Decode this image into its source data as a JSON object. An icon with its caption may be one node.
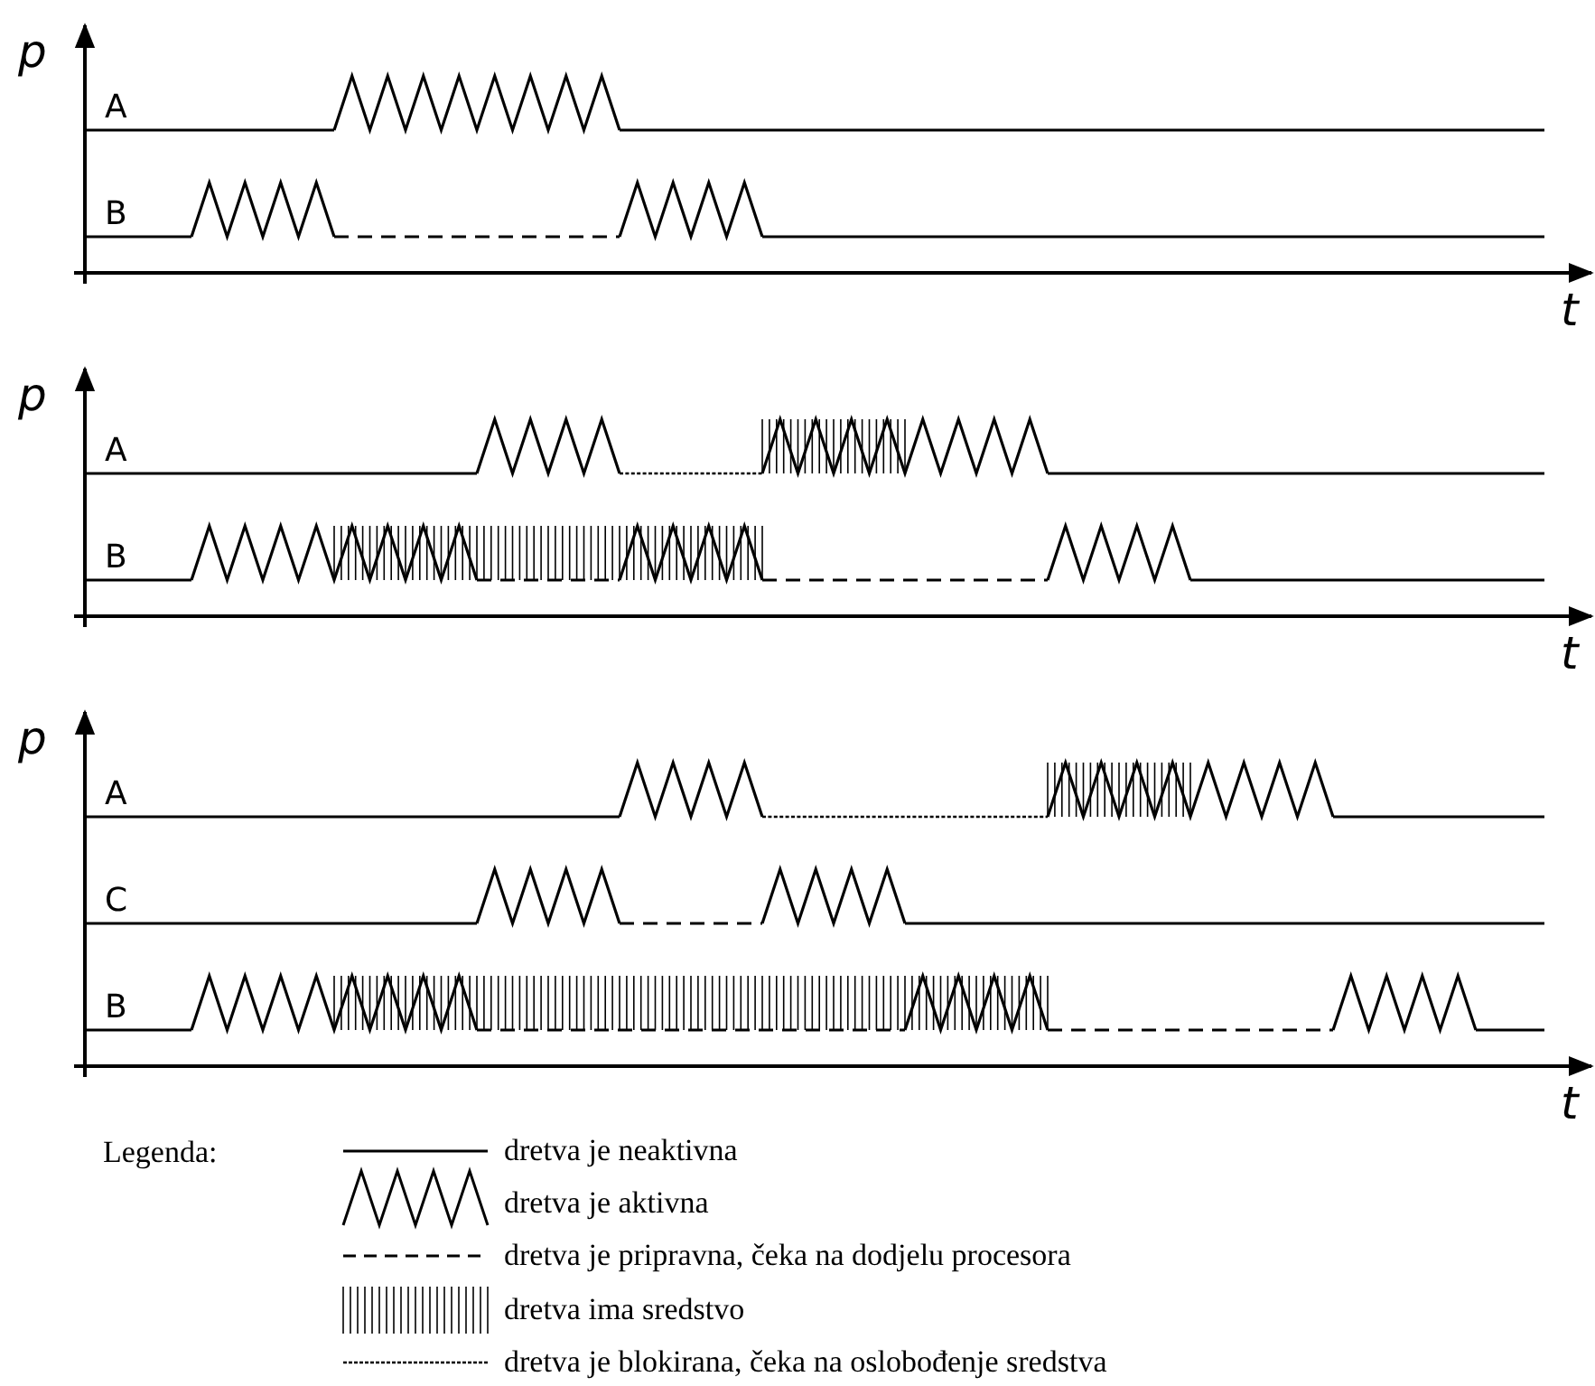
{
  "diagram": {
    "labels": [
      "p",
      "A",
      "B",
      "t",
      "p",
      "A",
      "B",
      "t",
      "p",
      "A",
      "C",
      "B",
      "t",
      "Legenda:"
    ],
    "legend": [
      {
        "text": "dretva je neaktivna"
      },
      {
        "text": "dretva je aktivna"
      },
      {
        "text": "dretva je pripravna, čeka na dodjelu procesora"
      },
      {
        "text": "dretva ima sredstvo"
      },
      {
        "text": "dretva je blokirana, čeka na oslobođenje sredstva"
      }
    ]
  }
}
